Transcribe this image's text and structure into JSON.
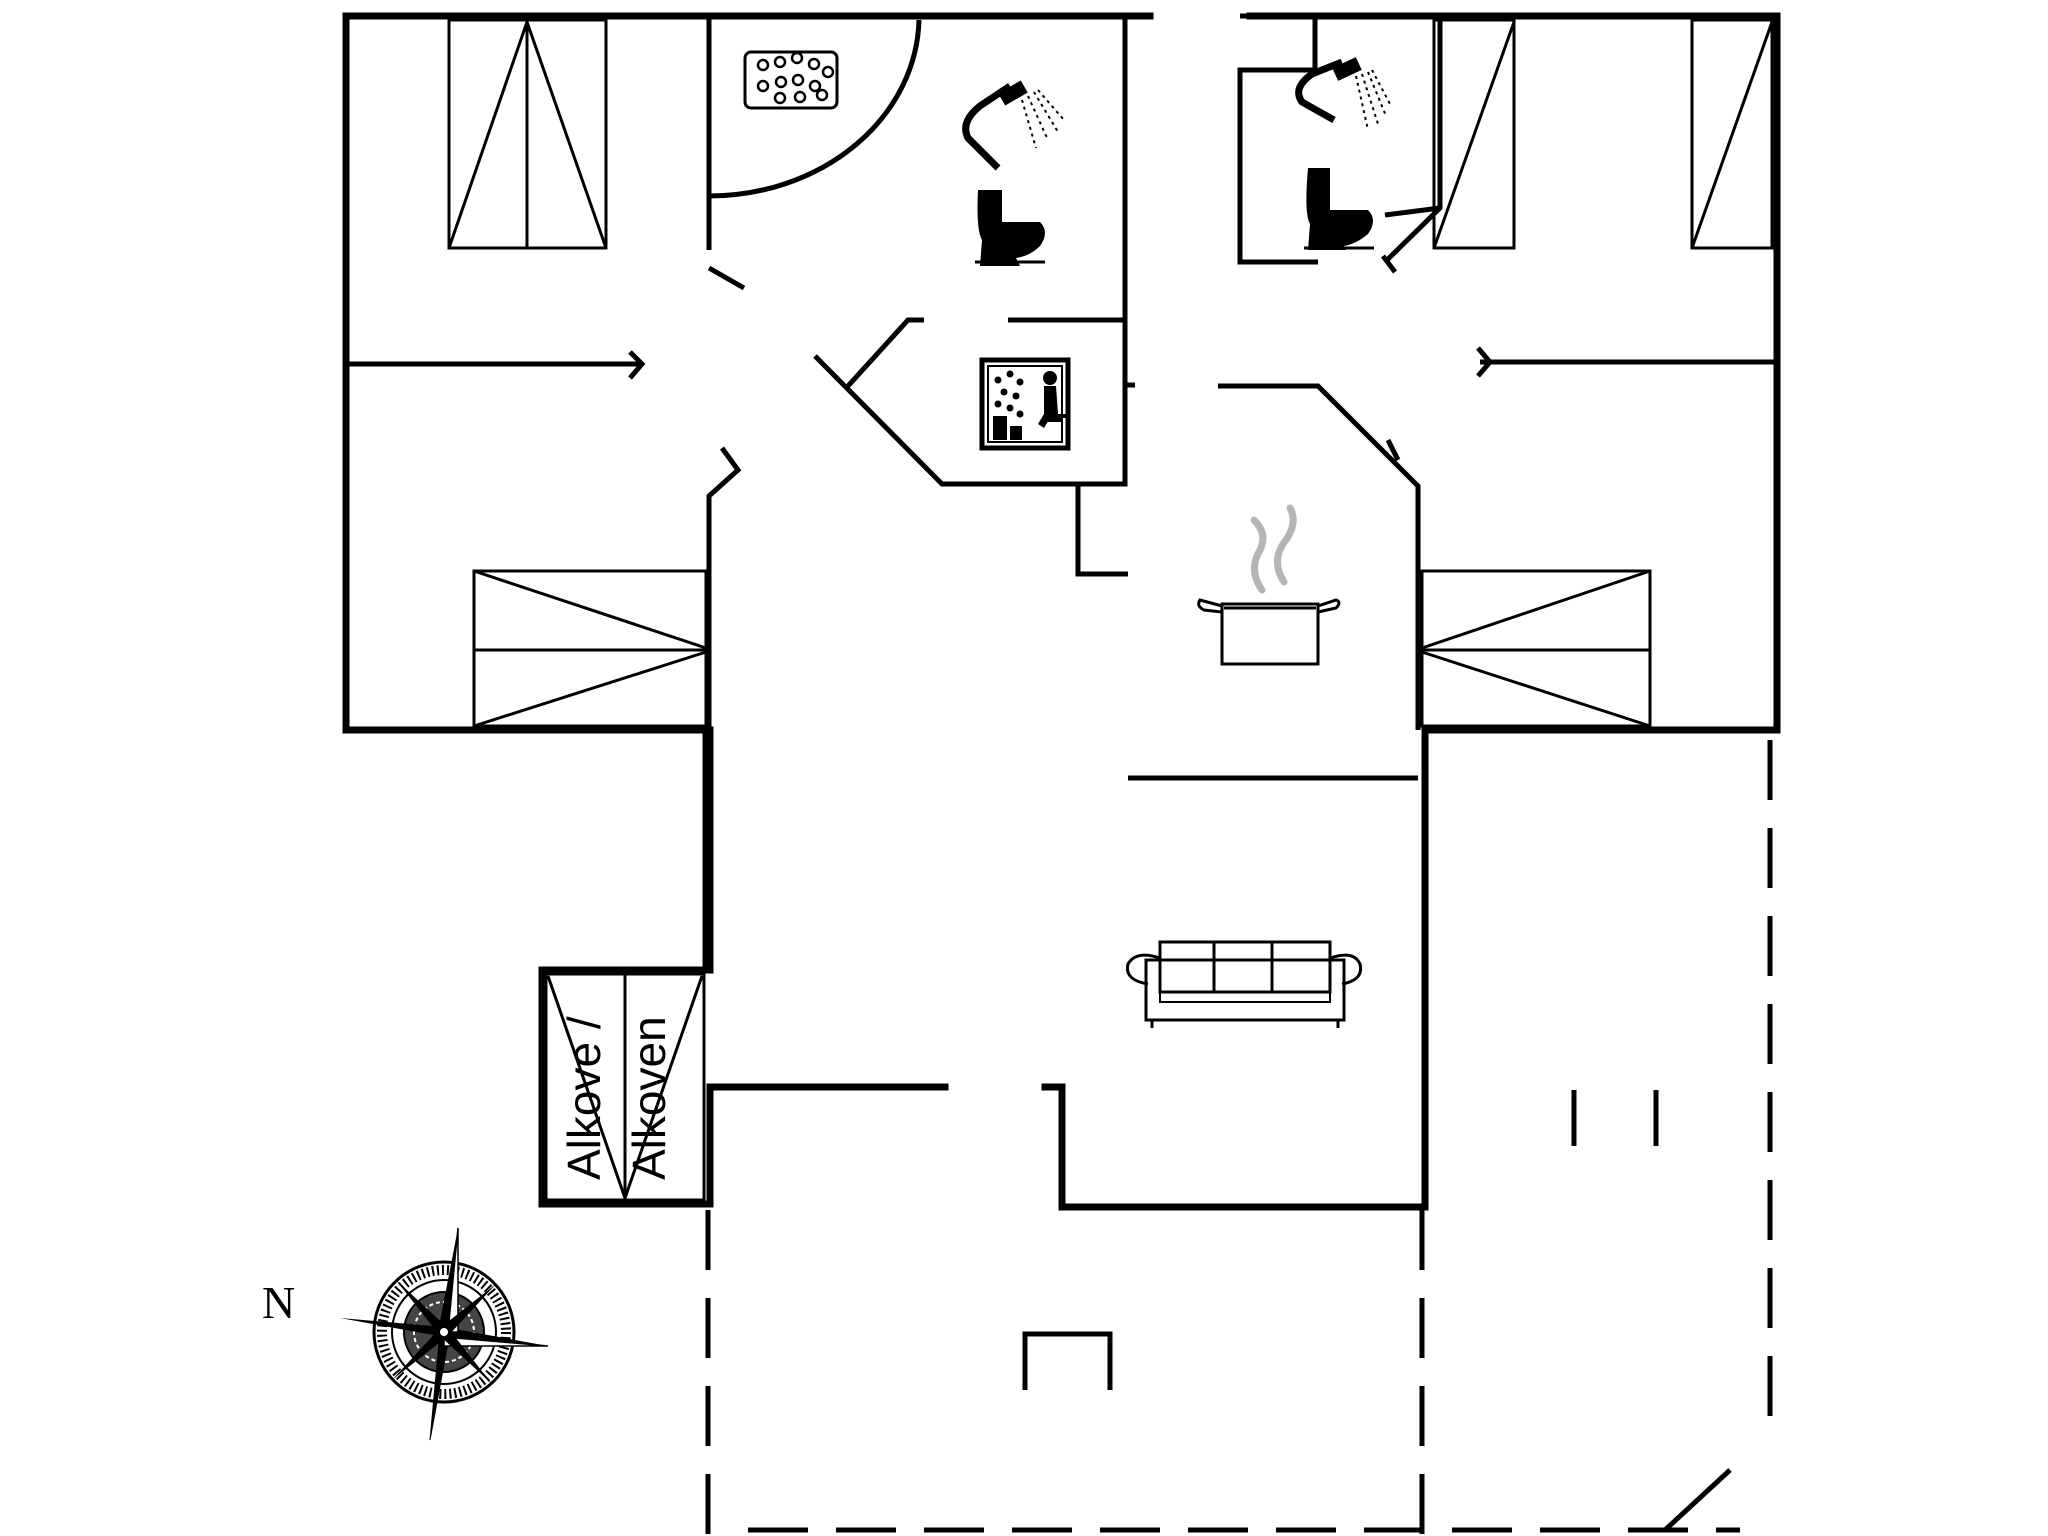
{
  "plan": {
    "compass_label": "N",
    "alcove_label_1": "Alkove /",
    "alcove_label_2": "Alkoven"
  },
  "icons": {
    "whirlpool": "whirlpool-icon",
    "shower": "shower-icon",
    "toilet": "toilet-icon",
    "sauna": "sauna-icon",
    "kitchen": "cooking-pot-icon",
    "sofa": "sofa-icon",
    "compass": "compass-rose-icon",
    "bed": "bed-icon"
  }
}
